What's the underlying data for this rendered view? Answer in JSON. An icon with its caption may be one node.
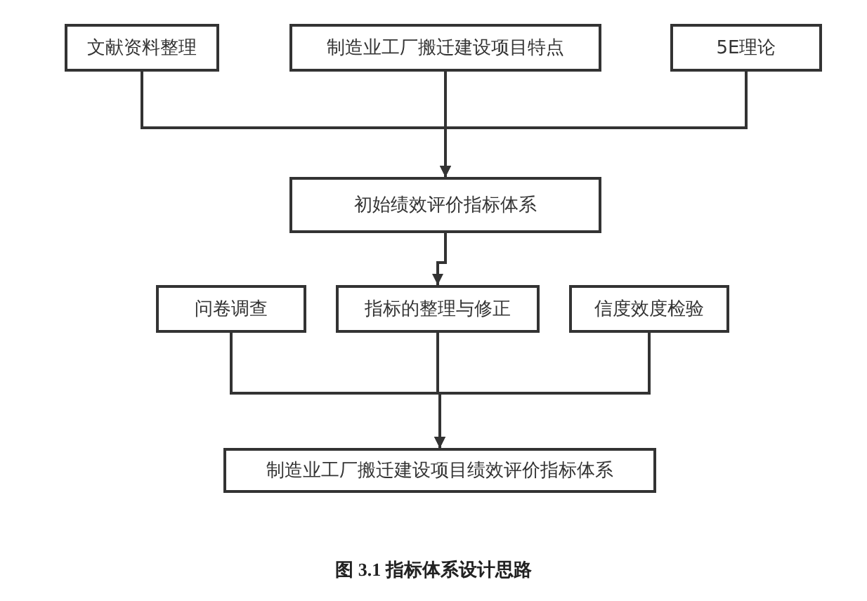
{
  "diagram": {
    "caption": "图 3.1 指标体系设计思路",
    "nodes": [
      {
        "text": [
          "文献资料整理"
        ]
      },
      {
        "text": [
          "制造业工厂搬迁建设项目特点"
        ]
      },
      {
        "text": [
          "5E理论"
        ]
      },
      {
        "text": [
          "初始绩效评价指标体系"
        ]
      },
      {
        "text": [
          "问卷调查"
        ]
      },
      {
        "text": [
          "指标的整理与修正"
        ]
      },
      {
        "text": [
          "信度效度检验"
        ]
      },
      {
        "text": [
          "制造业工厂搬迁建设项目绩效评价指标体系"
        ]
      }
    ],
    "edges": [
      {
        "from": 0,
        "to": 3,
        "arrow": "to"
      },
      {
        "from": 1,
        "to": 3,
        "arrow": "to"
      },
      {
        "from": 2,
        "to": 3,
        "arrow": "to"
      },
      {
        "from": 3,
        "to": 5,
        "arrow": "to"
      },
      {
        "from": 4,
        "to": 7,
        "arrow": "to"
      },
      {
        "from": 5,
        "to": 7,
        "arrow": "to"
      },
      {
        "from": 6,
        "to": 7,
        "arrow": "to"
      }
    ]
  }
}
